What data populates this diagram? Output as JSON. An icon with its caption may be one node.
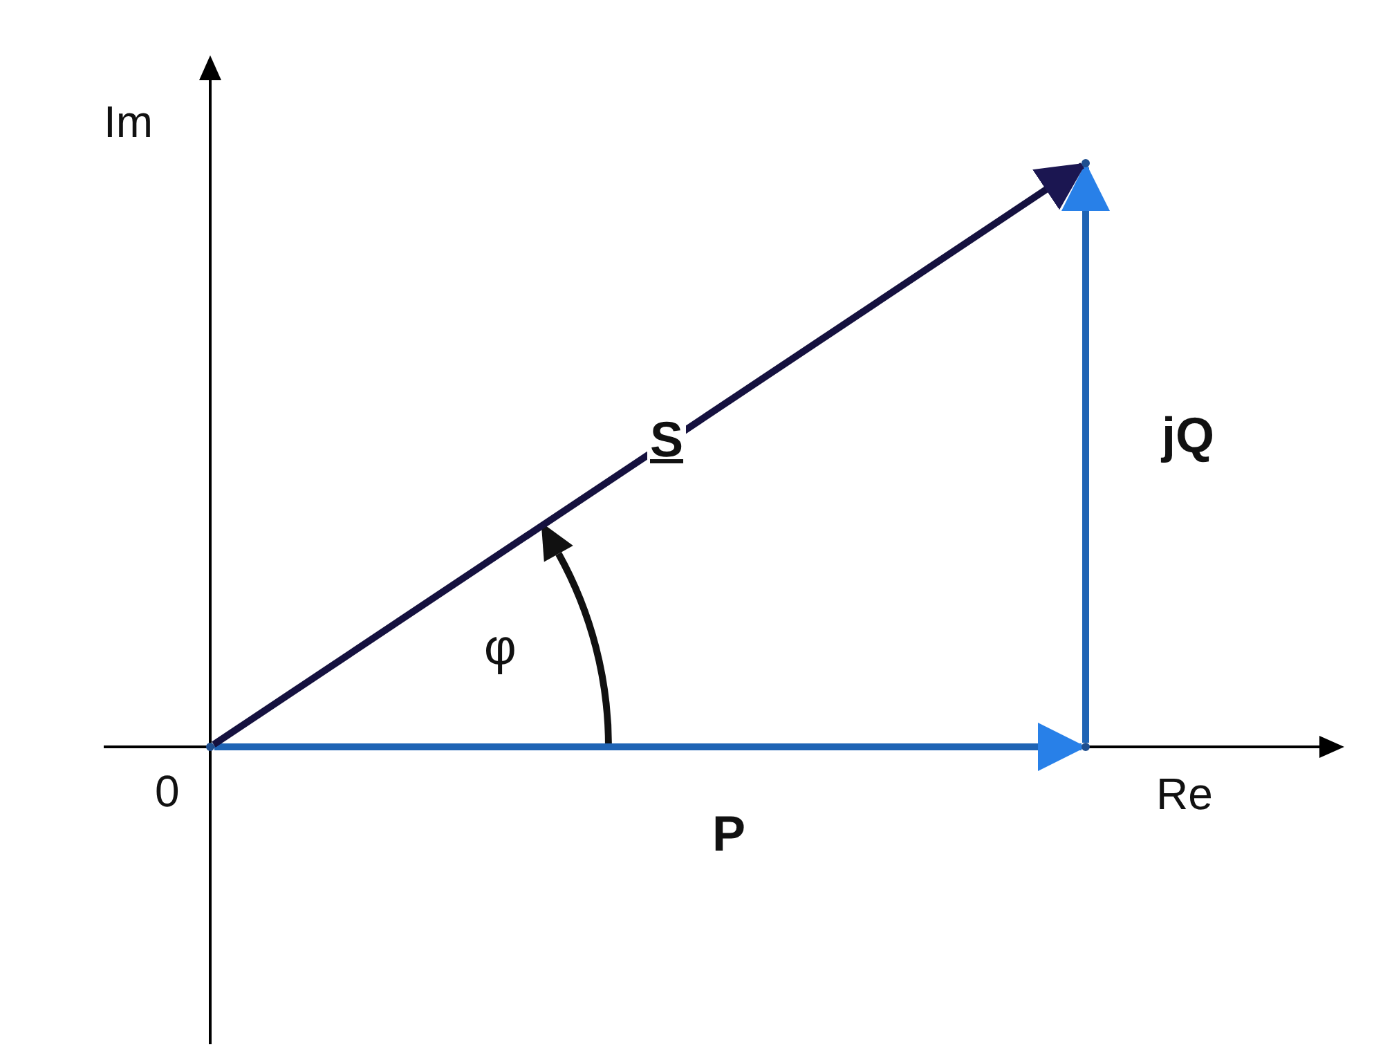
{
  "diagram": {
    "nodes": [
      {
        "text": [],
        "shape": "point"
      },
      {
        "text": [],
        "shape": "point",
        "beside": [
          "0"
        ]
      },
      {
        "text": [],
        "shape": "point"
      }
    ],
    "edges": [
      {
        "from": 1,
        "to": 2,
        "arrow": "to",
        "label": "P"
      },
      {
        "from": 2,
        "to": 0,
        "arrow": "to",
        "label": "jQ"
      },
      {
        "from": 1,
        "to": 0,
        "arrow": "to",
        "label": "S",
        "color": "#15113f"
      }
    ],
    "labels": [
      "Im",
      "Re",
      "φ"
    ]
  }
}
